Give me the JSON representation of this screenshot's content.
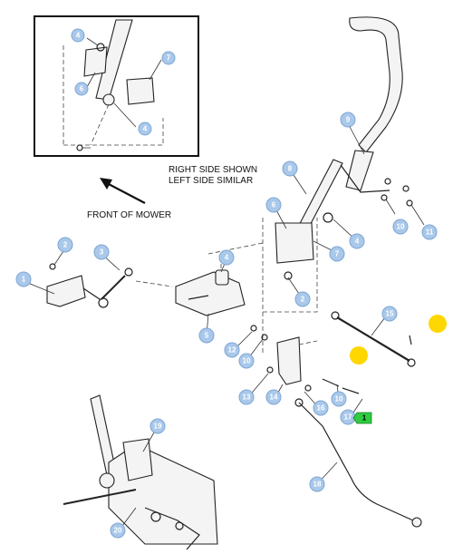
{
  "notes": {
    "side_line1": "RIGHT SIDE SHOWN",
    "side_line2": "LEFT SIDE SIMILAR",
    "front": "FRONT OF MOWER"
  },
  "callouts": {
    "inset_4a": "4",
    "inset_6": "6",
    "inset_7": "7",
    "inset_4b": "4",
    "c9": "9",
    "c8": "8",
    "c6": "6",
    "c4a": "4",
    "c7": "7",
    "c10a": "10",
    "c11": "11",
    "c2a": "2",
    "c3": "3",
    "c1": "1",
    "c4b": "4",
    "c2b": "2",
    "c5": "5",
    "c15": "15",
    "c12": "12",
    "c10b": "10",
    "c13": "13",
    "c14": "14",
    "c16": "16",
    "c10c": "10",
    "c17": "17",
    "c19": "19",
    "c18": "18",
    "c20": "20"
  },
  "tag": {
    "label": "1",
    "color": "#2ecc40"
  },
  "highlight_color": "#ffd700",
  "callout_color": "#a9c8ea"
}
